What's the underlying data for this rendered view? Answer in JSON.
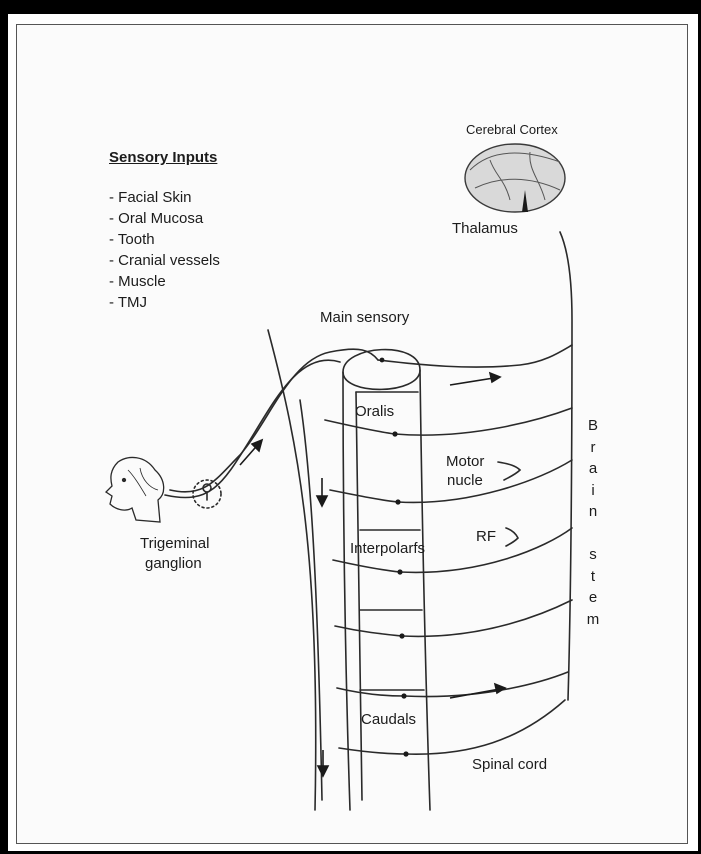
{
  "sensory_inputs": {
    "title": "Sensory Inputs",
    "items": [
      "- Facial Skin",
      "- Oral Mucosa",
      "- Tooth",
      "- Cranial vessels",
      "- Muscle",
      "- TMJ"
    ]
  },
  "labels": {
    "cerebral_cortex": "Cerebral Cortex",
    "thalamus": "Thalamus",
    "main_sensory": "Main sensory",
    "oralis": "Oralis",
    "motor_line1": "Motor",
    "motor_line2": "nucle",
    "rf": "RF",
    "interpolaris": "Interpolarfs",
    "caudalis": "Caudals",
    "spinal_cord": "Spinal cord",
    "trigeminal_line1": "Trigeminal",
    "trigeminal_line2": "ganglion"
  },
  "brain_stem_letters": [
    "B",
    "r",
    "a",
    "i",
    "n",
    "",
    "s",
    "t",
    "e",
    "m"
  ]
}
